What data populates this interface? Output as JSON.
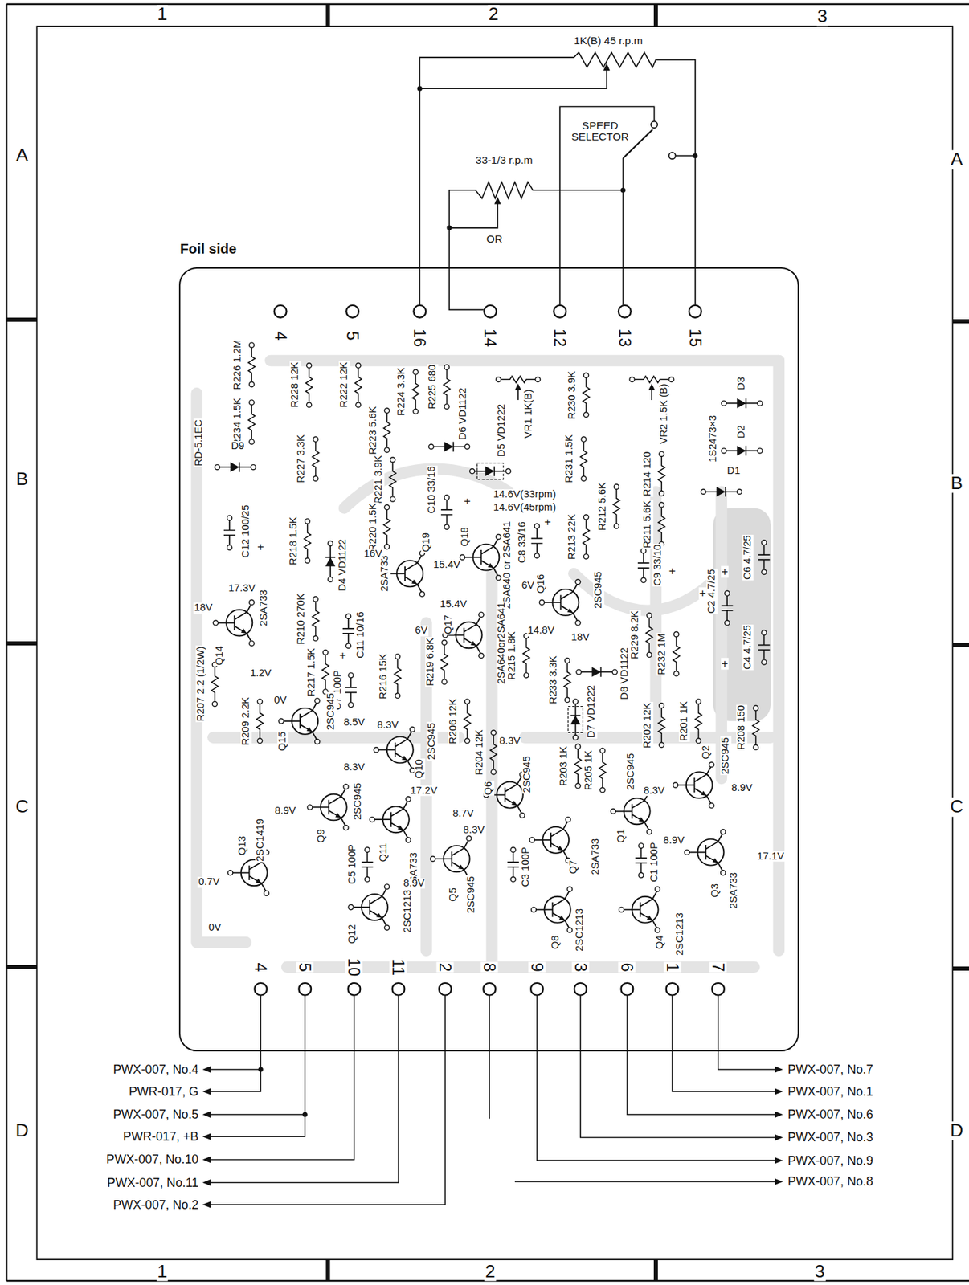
{
  "diagram": {
    "nodes": [
      {
        "text": [
          "Foil side"
        ]
      }
    ],
    "labels": [
      "1",
      "2",
      "3",
      "1",
      "2",
      "3",
      "A",
      "B",
      "C",
      "D",
      "A",
      "B",
      "C",
      "D",
      "1K(B) 45 r.p.m",
      "SPEED SELECTOR",
      "33-1/3 r.p.m",
      "OR",
      "4",
      "5",
      "16",
      "14",
      "12",
      "13",
      "15",
      "4",
      "5",
      "10",
      "11",
      "2",
      "8",
      "9",
      "3",
      "6",
      "1",
      "7",
      "PWX-007, No.4",
      "PWR-017, G",
      "PWX-007, No.5",
      "PWR-017, +B",
      "PWX-007, No.10",
      "PWX-007, No.11",
      "PWX-007, No.2",
      "PWX-007, No.7",
      "PWX-007, No.1",
      "PWX-007, No.6",
      "PWX-007, No.3",
      "PWX-007, No.9",
      "PWX-007, No.8",
      "R226 1.2M",
      "R234 1.5K",
      "R228 12K",
      "R222 12K",
      "R223 5.6K",
      "R224 3.3K",
      "R225 680",
      "VR1 1K(B)",
      "R230 3.9K",
      "VR2 1.5K (B)",
      "R227 3.3K",
      "R221 3.9K",
      "R231 1.5K",
      "R212 5.6K",
      "R214 120",
      "R211 5.6K",
      "R218 1.5K",
      "R220 1.5K",
      "R213 22K",
      "R210 270K",
      "R217 1.5K",
      "R216 15K",
      "R219 6.8K",
      "R215 1.8K",
      "R233 3.3K",
      "R229 8.2K",
      "R232 1M",
      "R207 2.2 (1/2W)",
      "R209 2.2K",
      "R206 12K",
      "R204 12K",
      "R203 1K",
      "R205 1K",
      "R202 12K",
      "R201 1K",
      "R208 150",
      "D3",
      "D2",
      "D1",
      "1S2473×3",
      "RD-5.1EC",
      "D9",
      "D6 VD1122",
      "D5 VD1222",
      "D4 VD1122",
      "D8 VD1122",
      "D7 VD1222",
      "C12 100/25",
      "C10 33/16",
      "14.6V(33rpm)",
      "14.6V(45rpm)",
      "C8 33/16",
      "C9 33/10",
      "C6 4.7/25",
      "C2 4.7/25",
      "C4 4.7/25",
      "C11 10/16",
      "C7 100P",
      "C5 100P",
      "C3 100P",
      "C1 100P",
      "+",
      "+",
      "+",
      "+",
      "+",
      "+",
      "+",
      "+",
      "Q19",
      "2SA733",
      "16V",
      "15.4V",
      "Q18",
      "2SA640 or 2SA641",
      "6V",
      "Q17",
      "2SA640or2SA641",
      "15.4V",
      "6V",
      "Q16",
      "2SC945",
      "14.8V",
      "18V",
      "Q14",
      "2SA733",
      "17.3V",
      "18V",
      "1.2V",
      "Q15",
      "2SC945",
      "0V",
      "8.5V",
      "Q10",
      "2SC945",
      "8.3V",
      "Q9",
      "2SC945",
      "8.9V",
      "8.3V",
      "Q11",
      "2SA733",
      "17.2V",
      "Q6",
      "2SC945",
      "8.3V",
      "8.7V",
      "Q5",
      "2SC945",
      "8.3V",
      "8.9V",
      "Q7",
      "2SA733",
      "Q8",
      "2SC1213",
      "Q1",
      "2SC945",
      "8.3V",
      "8.9V",
      "Q2",
      "2SC945",
      "8.9V",
      "Q3",
      "2SA733",
      "17.1V",
      "Q4",
      "2SC1213",
      "Q12",
      "2SC1213",
      "Q13",
      "2SC1419",
      "0.7V",
      "0V"
    ]
  }
}
